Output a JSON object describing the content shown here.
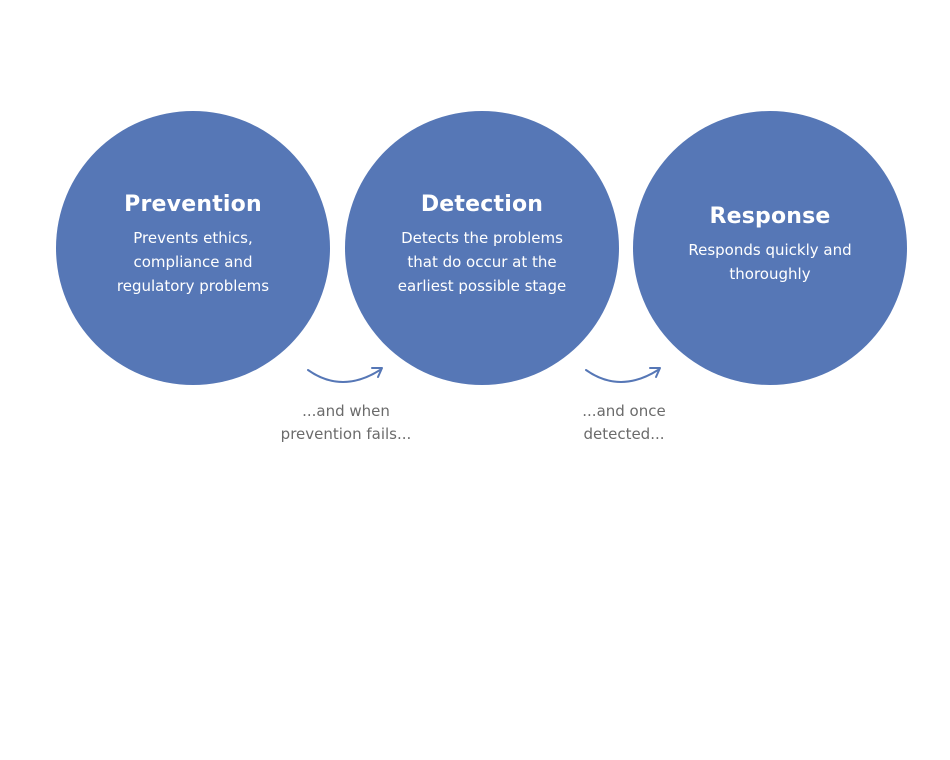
{
  "colors": {
    "circle_fill": "#5677b6",
    "circle_text": "#ffffff",
    "arrow": "#5677b6",
    "note_text": "#6b6b6b"
  },
  "stages": [
    {
      "title": "Prevention",
      "desc_lines": [
        "Prevents ethics,",
        "compliance and",
        "regulatory problems"
      ]
    },
    {
      "title": "Detection",
      "desc_lines": [
        "Detects the problems",
        "that do occur at the",
        "earliest possible stage"
      ]
    },
    {
      "title": "Response",
      "desc_lines": [
        "Responds quickly and",
        "thoroughly"
      ]
    }
  ],
  "connectors": [
    {
      "icon": "curved-arrow-right-icon",
      "note_lines": [
        "...and when",
        "prevention fails..."
      ]
    },
    {
      "icon": "curved-arrow-right-icon",
      "note_lines": [
        "...and once",
        "detected..."
      ]
    }
  ]
}
